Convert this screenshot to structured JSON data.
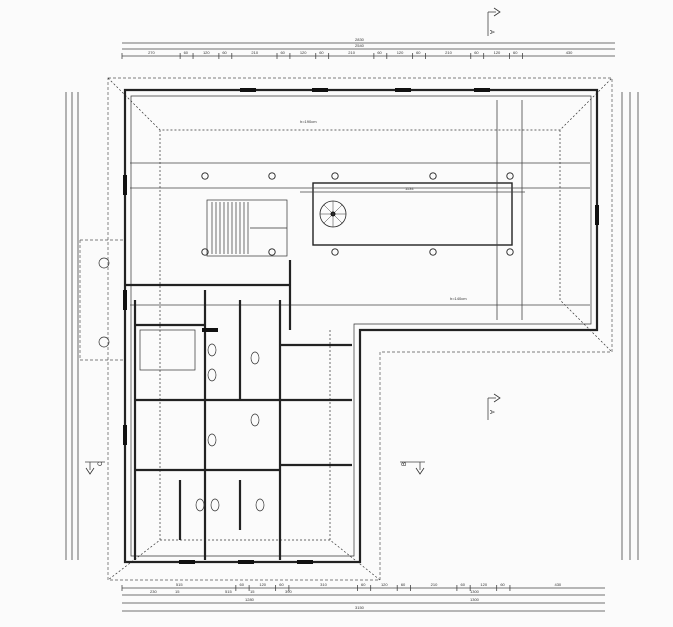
{
  "plan": {
    "sections": [
      "A",
      "A",
      "B",
      "C"
    ],
    "top_dims": {
      "overall": "2830",
      "inner": "2540",
      "segments": [
        "270",
        "60",
        "120",
        "60",
        "210",
        "60",
        "120",
        "60",
        "210",
        "60",
        "120",
        "60",
        "210",
        "60",
        "120",
        "60",
        "430"
      ]
    },
    "bottom_dims": {
      "overall": "3150",
      "row3": [
        "1280",
        "1300"
      ],
      "row2": [
        "230",
        "15",
        "515",
        "15",
        "390",
        "1300"
      ],
      "row1": [
        "515",
        "60",
        "120",
        "60",
        "310",
        "60",
        "120",
        "60",
        "210",
        "60",
        "120",
        "60",
        "430"
      ]
    },
    "skylight_label": "1134",
    "area_label_upper": "h=190cm",
    "area_label_lower": "h=140cm"
  }
}
